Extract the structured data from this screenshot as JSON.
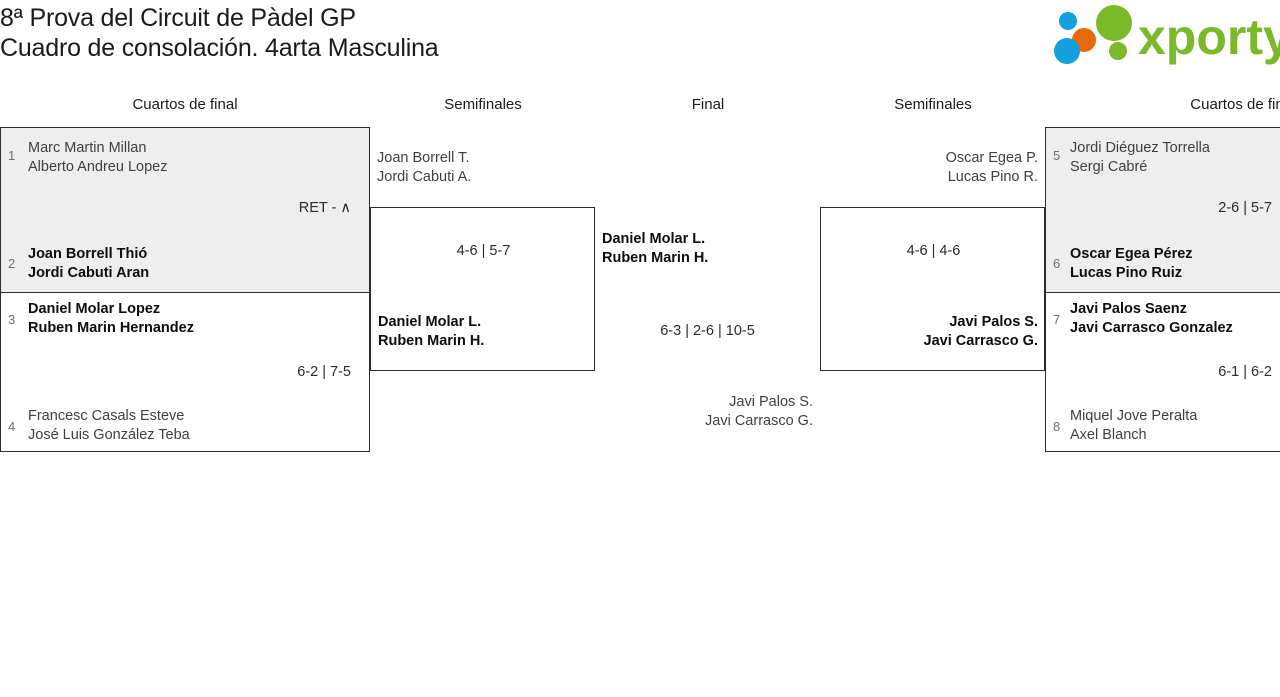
{
  "header": {
    "title_line1": "8ª Prova del Circuit de Pàdel GP",
    "title_line2": "Cuadro de consolación. 4arta Masculina",
    "logo_text": "xporty",
    "logo_colors": {
      "green": "#7ab929",
      "orange": "#e8690b",
      "blue": "#14a0dc"
    }
  },
  "rounds": [
    {
      "label": "Cuartos de final"
    },
    {
      "label": "Semifinales"
    },
    {
      "label": "Final"
    },
    {
      "label": "Semifinales"
    },
    {
      "label": "Cuartos de fin"
    }
  ],
  "matches": {
    "qf1": {
      "score": "RET - ∧",
      "top": {
        "seed": "1",
        "p1": "Marc Martin Millan",
        "p2": "Alberto Andreu Lopez",
        "winner": false
      },
      "bottom": {
        "seed": "2",
        "p1": "Joan Borrell Thió",
        "p2": "Jordi Cabuti Aran",
        "winner": true
      }
    },
    "qf2": {
      "score": "6-2 | 7-5",
      "top": {
        "seed": "3",
        "p1": "Daniel Molar Lopez",
        "p2": "Ruben Marin Hernandez",
        "winner": true
      },
      "bottom": {
        "seed": "4",
        "p1": "Francesc Casals Esteve",
        "p2": "José Luis González Teba",
        "winner": false
      }
    },
    "qf3": {
      "score": "2-6 | 5-7",
      "top": {
        "seed": "5",
        "p1": "Jordi Diéguez Torrella",
        "p2": "Sergi Cabré",
        "winner": false
      },
      "bottom": {
        "seed": "6",
        "p1": "Oscar Egea Pérez",
        "p2": "Lucas Pino Ruiz",
        "winner": true
      }
    },
    "qf4": {
      "score": "6-1 | 6-2",
      "top": {
        "seed": "7",
        "p1": "Javi Palos Saenz",
        "p2": "Javi Carrasco Gonzalez",
        "winner": true
      },
      "bottom": {
        "seed": "8",
        "p1": "Miquel Jove Peralta",
        "p2": "Axel Blanch",
        "winner": false
      }
    },
    "sf1": {
      "score": "4-6 | 5-7",
      "top": {
        "p1": "Joan Borrell T.",
        "p2": "Jordi Cabuti A.",
        "winner": false
      },
      "bottom": {
        "p1": "Daniel Molar L.",
        "p2": "Ruben Marin H.",
        "winner": true
      }
    },
    "sf2": {
      "score": "4-6 | 4-6",
      "top": {
        "p1": "Oscar Egea P.",
        "p2": "Lucas Pino R.",
        "winner": false
      },
      "bottom": {
        "p1": "Javi Palos S.",
        "p2": "Javi Carrasco G.",
        "winner": true
      }
    },
    "final": {
      "score": "6-3 | 2-6 | 10-5",
      "top": {
        "p1": "Daniel Molar L.",
        "p2": "Ruben Marin H.",
        "winner": true
      },
      "bottom": {
        "p1": "Javi Palos S.",
        "p2": "Javi Carrasco G.",
        "winner": false
      }
    }
  }
}
